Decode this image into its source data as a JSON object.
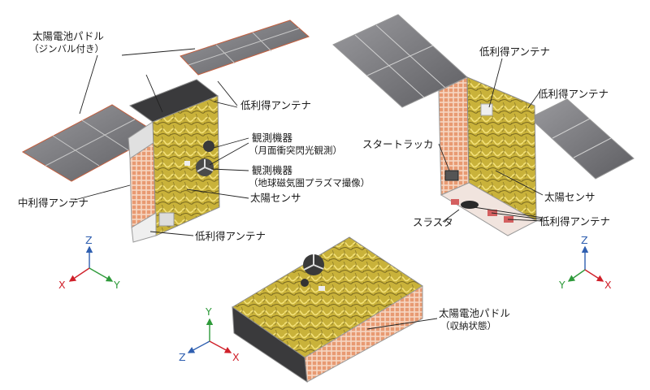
{
  "labels": {
    "solar_paddle_gimbal": "太陽電池パドル",
    "solar_paddle_gimbal_sub": "（ジンバル付き）",
    "low_gain_antenna_1": "低利得アンテナ",
    "obs_instrument_1": "観測機器",
    "obs_instrument_1_sub": "（月面衝突閃光観測）",
    "obs_instrument_2": "観測機器",
    "obs_instrument_2_sub": "（地球磁気圏プラズマ撮像）",
    "mid_gain_antenna": "中利得アンテナ",
    "sun_sensor_1": "太陽センサ",
    "low_gain_antenna_2": "低利得アンテナ",
    "low_gain_antenna_3": "低利得アンテナ",
    "low_gain_antenna_4": "低利得アンテナ",
    "star_tracker": "スタートラッカ",
    "sun_sensor_2": "太陽センサ",
    "thruster": "スラスタ",
    "low_gain_antenna_5": "低利得アンテナ",
    "solar_paddle_stowed": "太陽電池パドル",
    "solar_paddle_stowed_sub": "（収納状態）"
  },
  "axes": {
    "left": {
      "z": "Z",
      "x": "X",
      "y": "Y"
    },
    "right": {
      "z": "Z",
      "y": "Y",
      "x": "X"
    },
    "bottom": {
      "y": "Y",
      "z": "Z",
      "x": "X"
    }
  },
  "colors": {
    "axis_x": "#d0202a",
    "axis_y": "#2e9a3a",
    "axis_z": "#2f5fb0",
    "gold": "#c9b23a",
    "panel": "#6e6e72",
    "copper": "#e8a27a"
  }
}
